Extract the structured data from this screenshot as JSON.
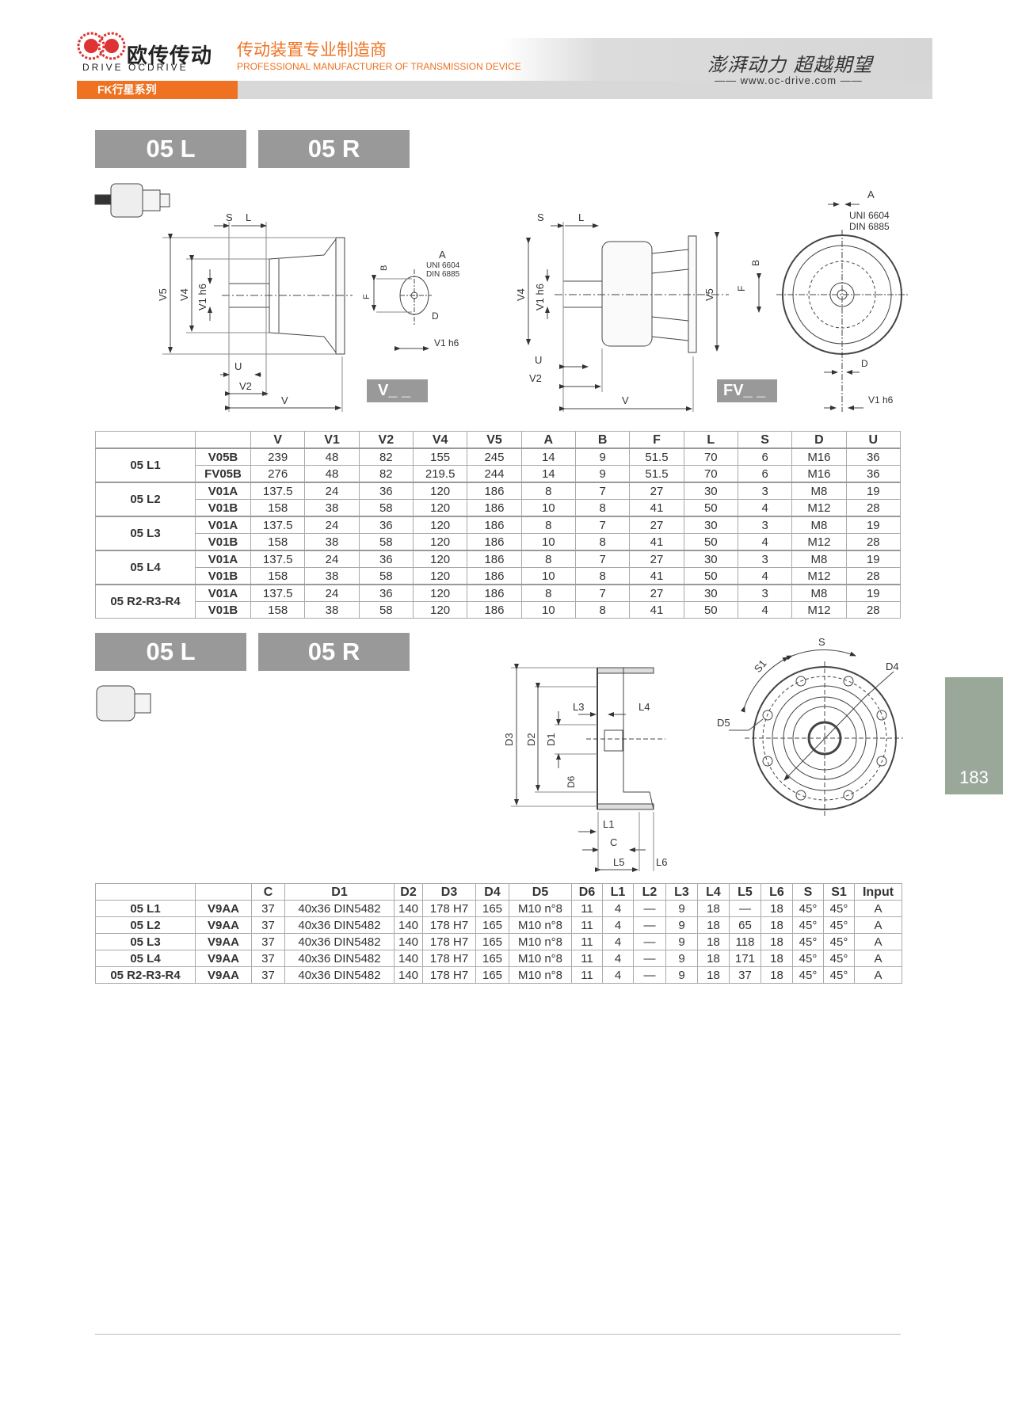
{
  "header": {
    "logo_cn": "欧传传动",
    "logo_en": "DRIVE OCDRIVE",
    "tagline_cn": "传动装置专业制造商",
    "tagline_en": "PROFESSIONAL MANUFACTURER OF TRANSMISSION DEVICE",
    "slogan": "澎湃动力 超越期望",
    "url": "—— www.oc-drive.com ——",
    "series": "FK行星系列"
  },
  "colors": {
    "brand_orange": "#ee7222",
    "title_grey": "#999999",
    "tab_green": "#9aa89a"
  },
  "section1": {
    "title_left": "05 L",
    "title_right": "05 R",
    "drawing_labels": {
      "S": "S",
      "L": "L",
      "V": "V",
      "V1h6": "V1 h6",
      "V2": "V2",
      "V4": "V4",
      "V5": "V5",
      "U": "U",
      "A": "A",
      "B": "B",
      "F": "F",
      "D": "D",
      "uni": "UNI 6604",
      "din": "DIN 6885",
      "type_v": "V_ _",
      "type_fv": "FV_ _"
    },
    "table": {
      "headers": [
        "",
        "",
        "V",
        "V1",
        "V2",
        "V4",
        "V5",
        "A",
        "B",
        "F",
        "L",
        "S",
        "D",
        "U"
      ],
      "groups": [
        {
          "model": "05 L1",
          "rows": [
            [
              "V05B",
              "239",
              "48",
              "82",
              "155",
              "245",
              "14",
              "9",
              "51.5",
              "70",
              "6",
              "M16",
              "36"
            ],
            [
              "FV05B",
              "276",
              "48",
              "82",
              "219.5",
              "244",
              "14",
              "9",
              "51.5",
              "70",
              "6",
              "M16",
              "36"
            ]
          ]
        },
        {
          "model": "05 L2",
          "rows": [
            [
              "V01A",
              "137.5",
              "24",
              "36",
              "120",
              "186",
              "8",
              "7",
              "27",
              "30",
              "3",
              "M8",
              "19"
            ],
            [
              "V01B",
              "158",
              "38",
              "58",
              "120",
              "186",
              "10",
              "8",
              "41",
              "50",
              "4",
              "M12",
              "28"
            ]
          ]
        },
        {
          "model": "05 L3",
          "rows": [
            [
              "V01A",
              "137.5",
              "24",
              "36",
              "120",
              "186",
              "8",
              "7",
              "27",
              "30",
              "3",
              "M8",
              "19"
            ],
            [
              "V01B",
              "158",
              "38",
              "58",
              "120",
              "186",
              "10",
              "8",
              "41",
              "50",
              "4",
              "M12",
              "28"
            ]
          ]
        },
        {
          "model": "05 L4",
          "rows": [
            [
              "V01A",
              "137.5",
              "24",
              "36",
              "120",
              "186",
              "8",
              "7",
              "27",
              "30",
              "3",
              "M8",
              "19"
            ],
            [
              "V01B",
              "158",
              "38",
              "58",
              "120",
              "186",
              "10",
              "8",
              "41",
              "50",
              "4",
              "M12",
              "28"
            ]
          ]
        },
        {
          "model": "05 R2-R3-R4",
          "rows": [
            [
              "V01A",
              "137.5",
              "24",
              "36",
              "120",
              "186",
              "8",
              "7",
              "27",
              "30",
              "3",
              "M8",
              "19"
            ],
            [
              "V01B",
              "158",
              "38",
              "58",
              "120",
              "186",
              "10",
              "8",
              "41",
              "50",
              "4",
              "M12",
              "28"
            ]
          ]
        }
      ]
    }
  },
  "section2": {
    "title_left": "05 L",
    "title_right": "05 R",
    "drawing_labels": {
      "D1": "D1",
      "D2": "D2",
      "D3": "D3",
      "D4": "D4",
      "D5": "D5",
      "D6": "D6",
      "L1": "L1",
      "L3": "L3",
      "L4": "L4",
      "L5": "L5",
      "L6": "L6",
      "C": "C",
      "S": "S",
      "S1": "S1"
    },
    "table": {
      "headers": [
        "",
        "",
        "C",
        "D1",
        "D2",
        "D3",
        "D4",
        "D5",
        "D6",
        "L1",
        "L2",
        "L3",
        "L4",
        "L5",
        "L6",
        "S",
        "S1",
        "Input"
      ],
      "rows": [
        [
          "05 L1",
          "V9AA",
          "37",
          "40x36 DIN5482",
          "140",
          "178 H7",
          "165",
          "M10 n°8",
          "11",
          "4",
          "—",
          "9",
          "18",
          "—",
          "18",
          "45°",
          "45°",
          "A"
        ],
        [
          "05 L2",
          "V9AA",
          "37",
          "40x36 DIN5482",
          "140",
          "178 H7",
          "165",
          "M10 n°8",
          "11",
          "4",
          "—",
          "9",
          "18",
          "65",
          "18",
          "45°",
          "45°",
          "A"
        ],
        [
          "05 L3",
          "V9AA",
          "37",
          "40x36 DIN5482",
          "140",
          "178 H7",
          "165",
          "M10 n°8",
          "11",
          "4",
          "—",
          "9",
          "18",
          "118",
          "18",
          "45°",
          "45°",
          "A"
        ],
        [
          "05 L4",
          "V9AA",
          "37",
          "40x36 DIN5482",
          "140",
          "178 H7",
          "165",
          "M10 n°8",
          "11",
          "4",
          "—",
          "9",
          "18",
          "171",
          "18",
          "45°",
          "45°",
          "A"
        ],
        [
          "05 R2-R3-R4",
          "V9AA",
          "37",
          "40x36 DIN5482",
          "140",
          "178 H7",
          "165",
          "M10 n°8",
          "11",
          "4",
          "—",
          "9",
          "18",
          "37",
          "18",
          "45°",
          "45°",
          "A"
        ]
      ]
    }
  },
  "page_number": "183"
}
